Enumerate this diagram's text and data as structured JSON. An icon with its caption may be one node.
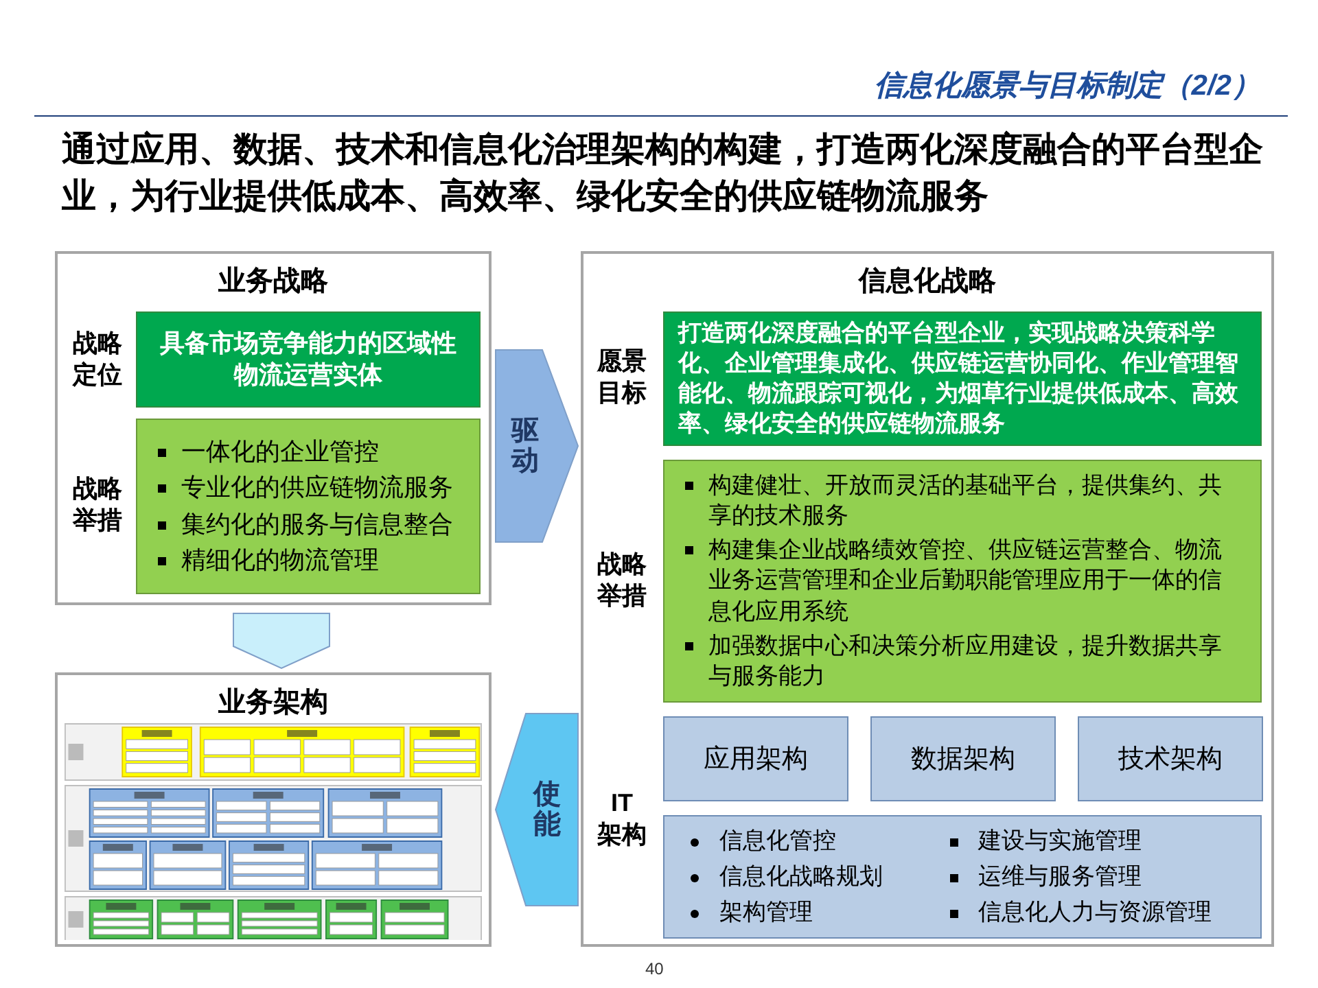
{
  "diagram": {
    "title": "信息化愿景与目标制定（2/2）",
    "nodes": [
      {
        "text": [
          "业务战略"
        ]
      },
      {
        "text": [
          "具备市场竞争能力的区域性物流运营实体"
        ],
        "in": 0,
        "beside": [
          "战略定位"
        ]
      },
      {
        "text": [
          "一体化的企业管控",
          "专业化的供应链物流服务",
          "集约化的服务与信息整合",
          "精细化的物流管理"
        ],
        "in": 0,
        "beside": [
          "战略举措"
        ]
      },
      {
        "text": [
          "业务架构"
        ]
      },
      {
        "text": [
          "信息化战略"
        ]
      },
      {
        "text": [
          "打造两化深度融合的平台型企业，实现战略决策科学化、企业管理集成化、供应链运营协同化、作业管理智能化、物流跟踪可视化，为烟草行业提供低成本、高效率、绿化安全的供应链物流服务"
        ],
        "in": 4,
        "beside": [
          "愿景目标"
        ]
      },
      {
        "text": [
          "构建健壮、开放而灵活的基础平台，提供集约、共享的技术服务",
          "构建集企业战略绩效管控、供应链运营整合、物流业务运营管理和企业后勤职能管理应用于一体的信息化应用系统",
          "加强数据中心和决策分析应用建设，提升数据共享与服务能力"
        ],
        "in": 4,
        "beside": [
          "战略举措"
        ]
      },
      {
        "text": [
          "应用架构"
        ],
        "in": 4
      },
      {
        "text": [
          "数据架构"
        ],
        "in": 4
      },
      {
        "text": [
          "技术架构"
        ],
        "in": 4
      },
      {
        "text": [
          "信息化管控",
          "建设与实施管理",
          "信息化战略规划",
          "运维与服务管理",
          "架构管理",
          "信息化人力与资源管理"
        ],
        "in": 4,
        "beside": [
          "IT 架构"
        ]
      }
    ],
    "edges": [
      {
        "from": 0,
        "to": 4,
        "arrow": "to",
        "label": "驱动",
        "color": "#8db3e2"
      },
      {
        "from": 4,
        "to": 3,
        "arrow": "to",
        "label": "使能",
        "color": "#5ec6f2"
      },
      {
        "from": 0,
        "to": 3,
        "arrow": "to",
        "color": "#c9effb"
      }
    ],
    "labels": [
      "通过应用、数据、技术和信息化治理架构的构建，打造两化深度融合的平台型企业，为行业提供低成本、高效率、绿化安全的供应链物流服务",
      "40"
    ]
  }
}
